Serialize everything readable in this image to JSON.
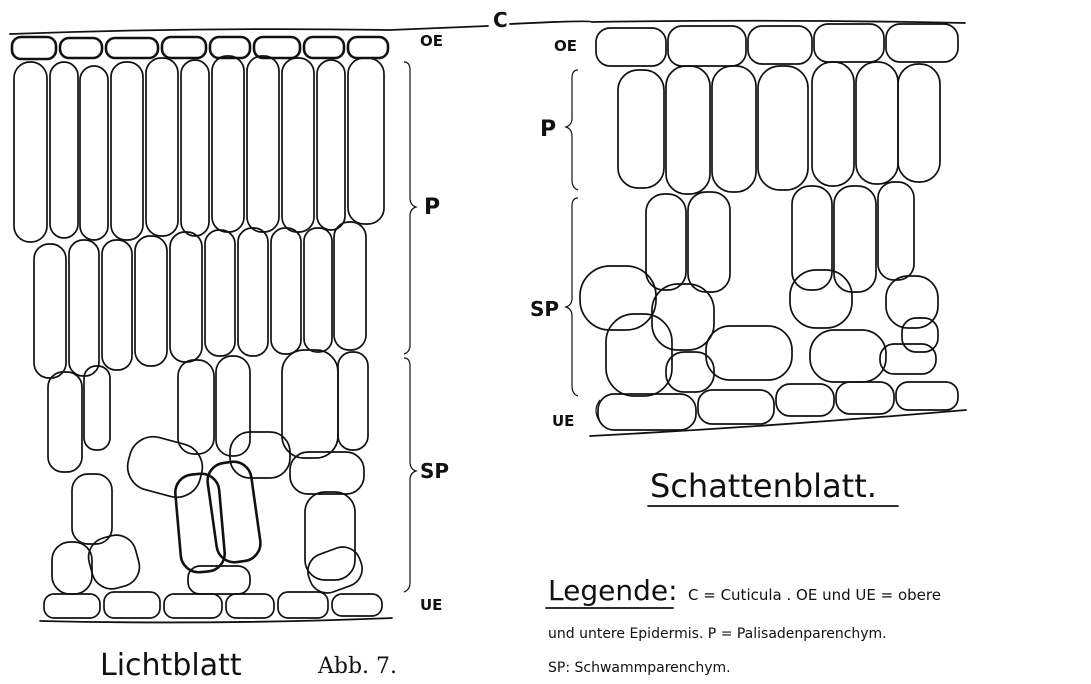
{
  "labels": {
    "cuticula": "C",
    "oe_left": "OE",
    "p_left": "P",
    "sp_left": "SP",
    "ue_left": "UE",
    "oe_right": "OE",
    "p_right": "P",
    "sp_right": "SP",
    "ue_right": "UE"
  },
  "titles": {
    "lichtblatt": "Lichtblatt",
    "abbildung": "Abb. 7.",
    "schattenblatt": "Schattenblatt."
  },
  "legend": {
    "heading": "Legende:",
    "line1_rest": "C = Cuticula . OE und UE = obere",
    "line2": "und untere Epidermis. P = Palisadenparenchym.",
    "line3": "SP: Schwammparenchym."
  }
}
